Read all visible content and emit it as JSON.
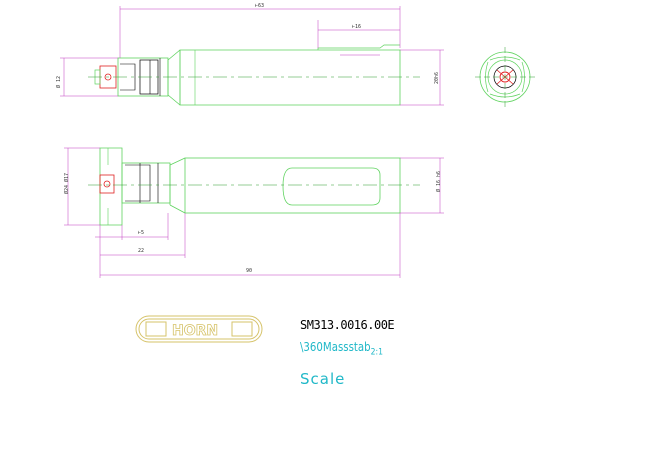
{
  "drawing": {
    "part_number": "SM313.0016.00E",
    "scale_note_main": "\\360Massstab",
    "scale_note_sub": "2:1",
    "scale_label": "Scale",
    "logo_text": "HORN"
  },
  "colors": {
    "outline": "#5fd35f",
    "centerline": "#2e9e2e",
    "dimension": "#c03cc0",
    "dark_part": "#000000",
    "accent_red": "#e02020",
    "logo": "#d6c36a",
    "note": "#20b8c8"
  }
}
